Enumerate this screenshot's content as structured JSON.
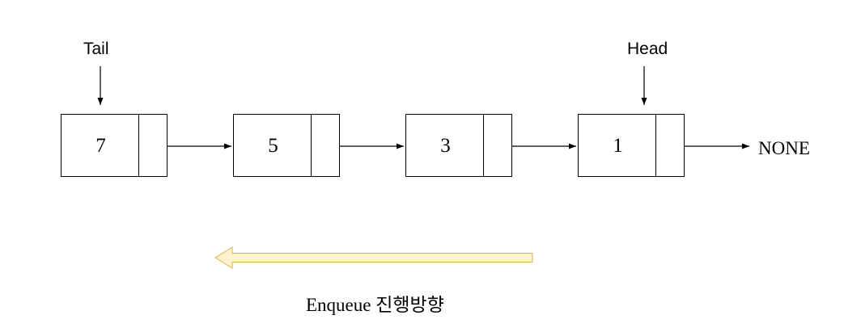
{
  "diagram": {
    "pointer_labels": {
      "tail": "Tail",
      "head": "Head"
    },
    "nodes": [
      {
        "value": "7"
      },
      {
        "value": "5"
      },
      {
        "value": "3"
      },
      {
        "value": "1"
      }
    ],
    "terminal": "NONE",
    "direction_caption": "Enqueue 진행방향",
    "colors": {
      "stroke": "#000000",
      "direction_arrow_fill": "#FFF2CC",
      "direction_arrow_stroke": "#D6B656"
    }
  }
}
